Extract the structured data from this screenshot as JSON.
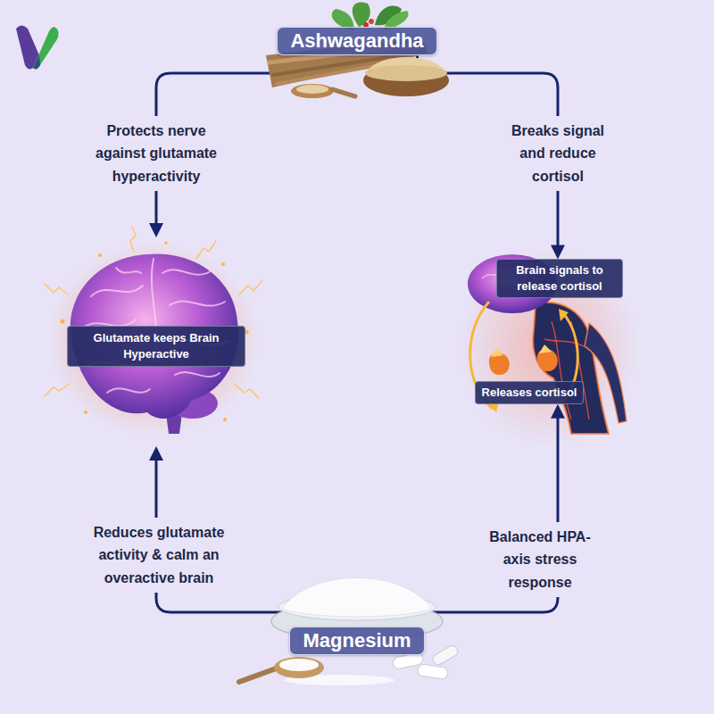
{
  "diagram": {
    "nodes": [
      {
        "text": [
          "Ashwagandha"
        ]
      },
      {
        "text": [
          "Glutamate keeps Brain Hyperactive"
        ]
      },
      {
        "text": [
          "Brain signals to release cortisol"
        ]
      },
      {
        "text": [
          "Releases cortisol"
        ]
      },
      {
        "text": [
          "Magnesium"
        ]
      }
    ],
    "edges": [
      {
        "from": 0,
        "to": 1,
        "label": "Protects nerve against glutamate hyperactivity",
        "arrow": "to"
      },
      {
        "from": 0,
        "to": 2,
        "label": "Breaks signal and reduce cortisol",
        "arrow": "to"
      },
      {
        "from": 4,
        "to": 1,
        "label": "Reduces glutamate activity & calm an overactive brain",
        "arrow": "to"
      },
      {
        "from": 4,
        "to": 3,
        "label": "Balanced HPA- axis stress response",
        "arrow": "to"
      }
    ]
  }
}
